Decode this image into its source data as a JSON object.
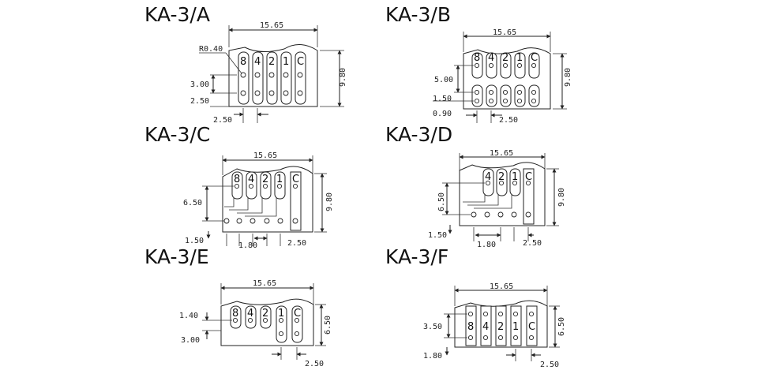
{
  "panels": [
    {
      "id": "A",
      "title": "KA-3/A",
      "width_label": "15.65",
      "height_label": "9.80",
      "codes": [
        "8",
        "4",
        "2",
        "1",
        "C"
      ],
      "dims": [
        "R0.40",
        "3.00",
        "2.50",
        "2.50"
      ]
    },
    {
      "id": "B",
      "title": "KA-3/B",
      "width_label": "15.65",
      "height_label": "9.80",
      "codes": [
        "8",
        "4",
        "2",
        "1",
        "C"
      ],
      "dims": [
        "5.00",
        "1.50",
        "0.90",
        "2.50"
      ]
    },
    {
      "id": "C",
      "title": "KA-3/C",
      "width_label": "15.65",
      "height_label": "9.80",
      "codes": [
        "8",
        "4",
        "2",
        "1",
        "C"
      ],
      "dims": [
        "6.50",
        "1.50",
        "1.80",
        "2.50"
      ]
    },
    {
      "id": "D",
      "title": "KA-3/D",
      "width_label": "15.65",
      "height_label": "9.80",
      "codes": [
        "4",
        "2",
        "1",
        "C"
      ],
      "dims": [
        "6.50",
        "1.50",
        "1.80",
        "2.50"
      ]
    },
    {
      "id": "E",
      "title": "KA-3/E",
      "width_label": "15.65",
      "height_label": "6.50",
      "codes": [
        "8",
        "4",
        "2",
        "1",
        "C"
      ],
      "dims": [
        "1.40",
        "3.00",
        "2.50"
      ]
    },
    {
      "id": "F",
      "title": "KA-3/F",
      "width_label": "15.65",
      "height_label": "6.50",
      "codes": [
        "8",
        "4",
        "2",
        "1",
        "C"
      ],
      "dims": [
        "3.50",
        "1.80",
        "2.50"
      ]
    }
  ]
}
